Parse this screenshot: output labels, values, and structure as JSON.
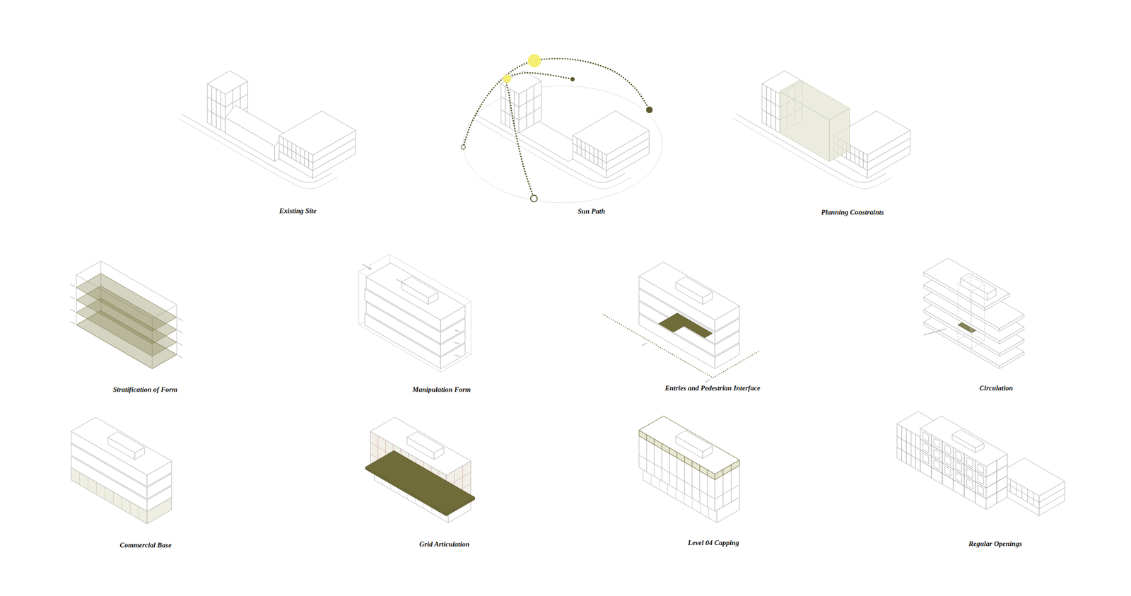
{
  "diagram": {
    "labels": [
      "Existing Site",
      "Sun Path",
      "Planning Constraints",
      "Stratification of Form",
      "Manipulation Form",
      "Entries and Pedestrian Interface",
      "Circulation",
      "Commercial Base",
      "Grid Articulation",
      "Level 04 Capping",
      "Regular Openings"
    ]
  }
}
